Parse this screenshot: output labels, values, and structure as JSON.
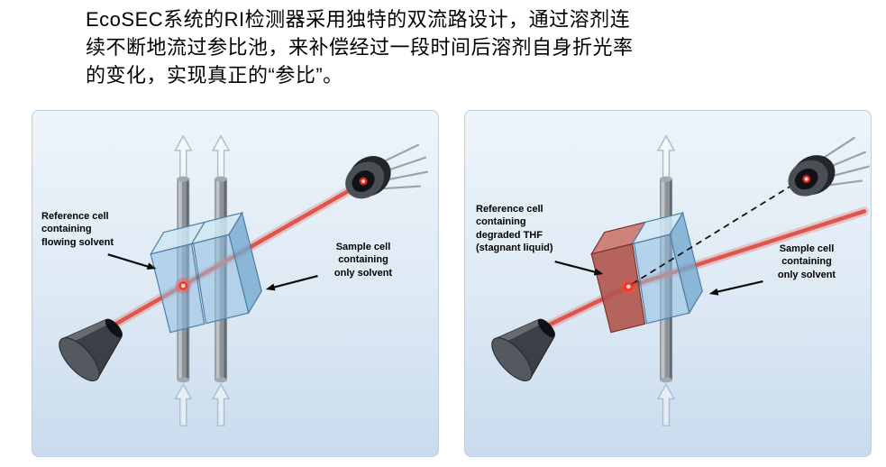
{
  "intro": {
    "lines": [
      "EcoSEC系统的RI检测器采用独特的双流路设计，通过溶剂连",
      "续不断地流过参比池，来补偿经过一段时间后溶剂自身折光率",
      "的变化，实现真正的“参比”。"
    ]
  },
  "panels": [
    {
      "name": "flowing-reference",
      "reference_label": "Reference cell\ncontaining\nflowing solvent",
      "sample_label": "Sample cell\ncontaining\nonly solvent"
    },
    {
      "name": "degraded-reference",
      "reference_label": "Reference cell\ncontaining\ndegraded THF\n(stagnant liquid)",
      "sample_label": "Sample cell\ncontaining\nonly solvent"
    }
  ],
  "colors": {
    "panel_bg_top": "#eef4fa",
    "panel_bg_bottom": "#c9dbee",
    "panel_border": "#b9cfe2",
    "cell_blue": "#8fc0e2",
    "cell_blue_light": "#cfe6f4",
    "cell_degraded": "#b2544c",
    "cell_degraded_light": "#cb7a6e",
    "beam_red": "#e0554b",
    "tube_gray": "#8d9299"
  }
}
